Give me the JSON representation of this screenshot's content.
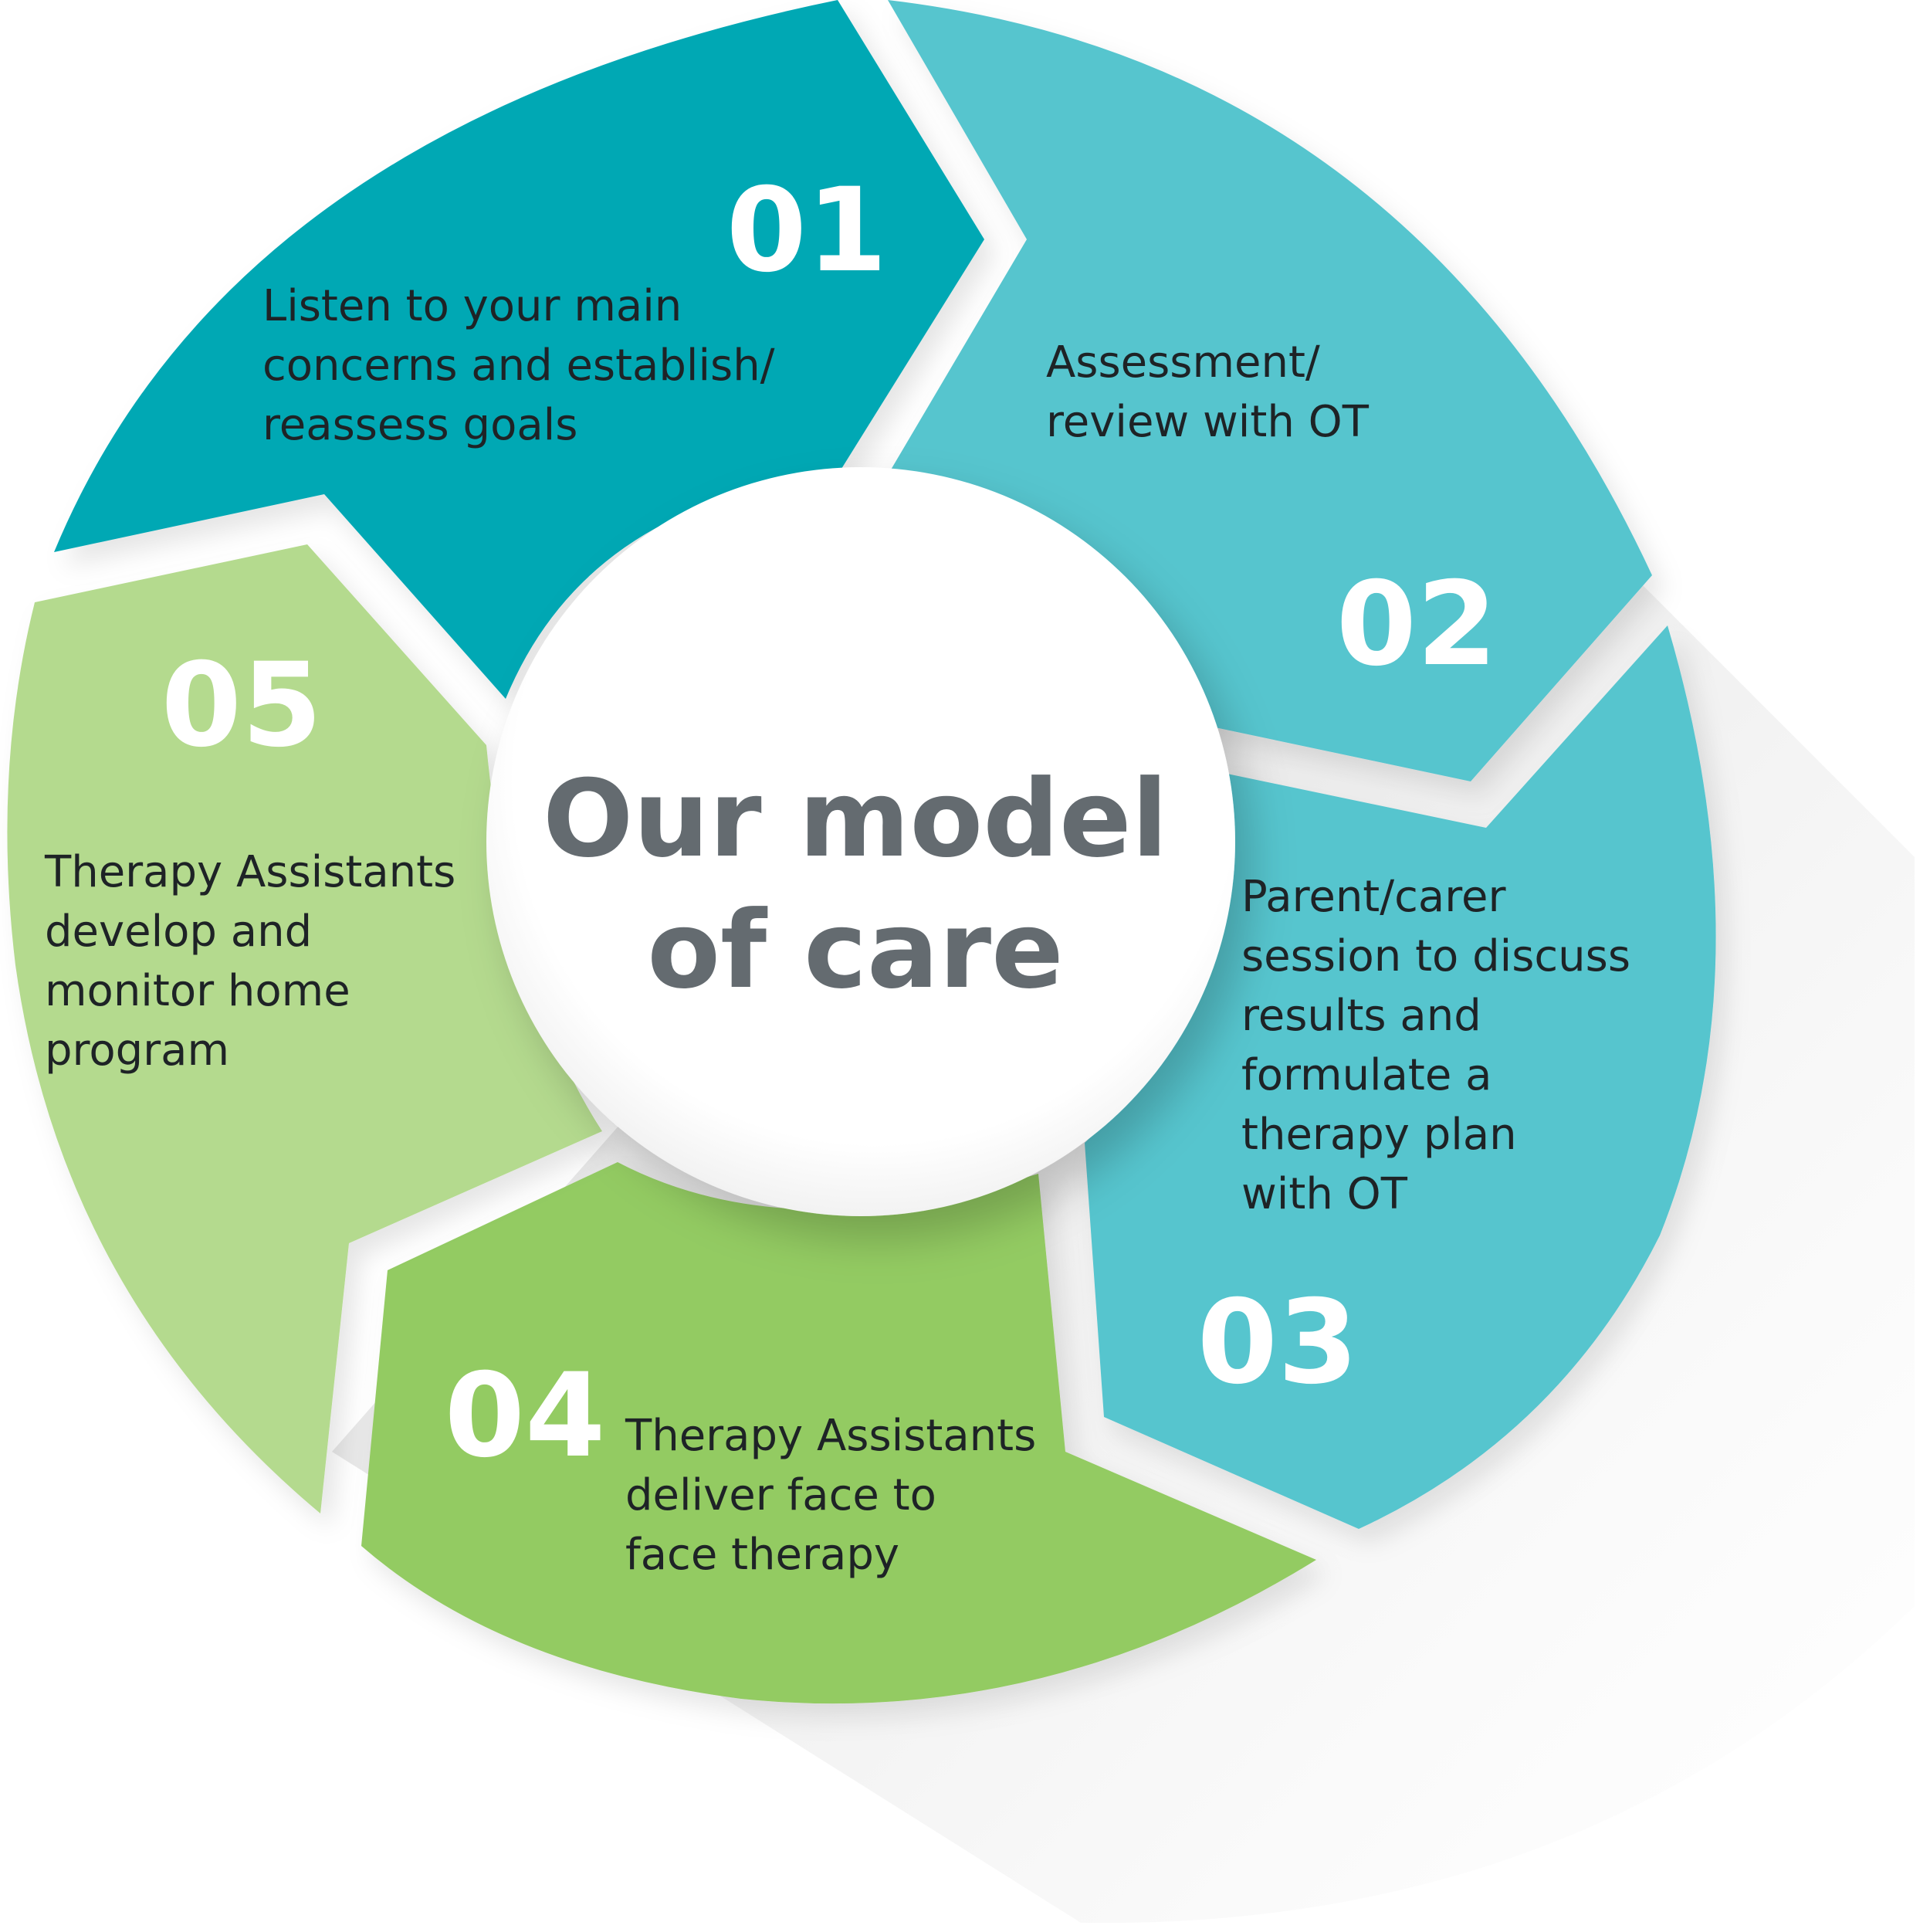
{
  "title_lines": [
    "Our model",
    "of care"
  ],
  "colors": {
    "step1": "#02a8b4",
    "step2": "#57c5ce",
    "step3": "#57c5ce",
    "step4": "#93cb62",
    "step5": "#b4da8e",
    "title": "#646b70",
    "body_text": "#1e2326",
    "number": "#ffffff",
    "hub": "#ffffff"
  },
  "steps": [
    {
      "number": "01",
      "lines": [
        "Listen to your main",
        "concerns and establish/",
        "reassess goals"
      ]
    },
    {
      "number": "02",
      "lines": [
        "Assessment/",
        "review with OT"
      ]
    },
    {
      "number": "03",
      "lines": [
        "Parent/carer",
        "session to discuss",
        "results and",
        "formulate a",
        "therapy plan",
        "with OT"
      ]
    },
    {
      "number": "04",
      "lines": [
        "Therapy Assistants",
        "deliver face to",
        "face therapy"
      ]
    },
    {
      "number": "05",
      "lines": [
        "Therapy Assistants",
        "develop and",
        "monitor home",
        "program"
      ]
    }
  ]
}
